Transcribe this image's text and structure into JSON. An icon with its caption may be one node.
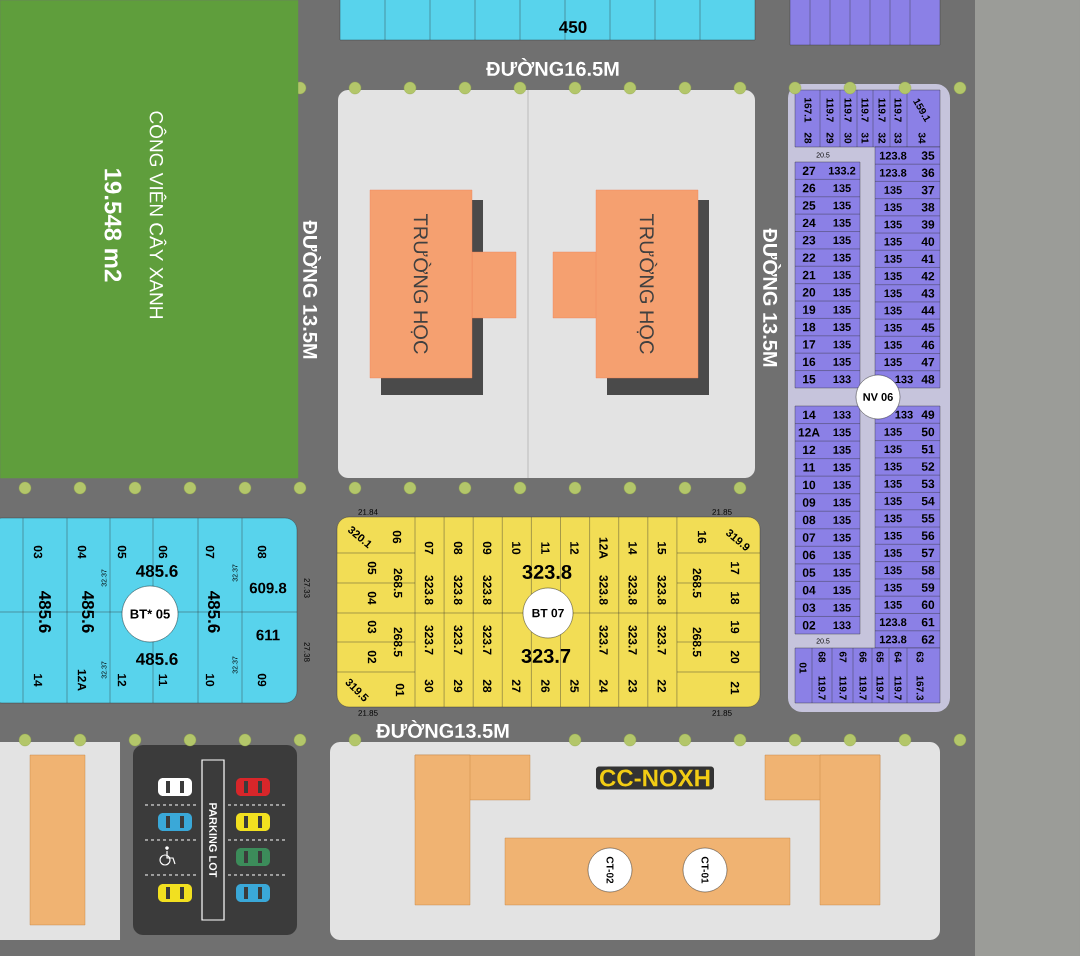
{
  "diagram": {
    "nodes": [
      {
        "text": [
          "CÔNG VIÊN CÂY XANH",
          "19.548 m2"
        ]
      },
      {
        "text": [
          "TRƯỜNG HỌC"
        ]
      },
      {
        "text": [
          "TRƯỜNG HỌC"
        ]
      },
      {
        "text": [
          "NV 06"
        ]
      },
      {
        "text": [
          "BT 07"
        ]
      },
      {
        "text": [
          "BT* 05"
        ]
      },
      {
        "text": [
          "CC-NOXH"
        ]
      },
      {
        "text": [
          "CT-02"
        ]
      },
      {
        "text": [
          "CT-01"
        ]
      },
      {
        "text": [
          "PARKING LOT"
        ]
      }
    ],
    "labels": [
      "ĐƯỜNG16.5M",
      "ĐƯỜNG 13.5M",
      "ĐƯỜNG 13.5M",
      "ĐƯỜNG13.5M",
      "450",
      "167.1",
      "28",
      "119.7",
      "29",
      "119.7",
      "30",
      "119.7",
      "31",
      "119.7",
      "32",
      "119.7",
      "33",
      "159.1",
      "34",
      "20.5",
      "27",
      "133.2",
      "26",
      "135",
      "25",
      "135",
      "24",
      "135",
      "23",
      "135",
      "22",
      "135",
      "21",
      "135",
      "20",
      "135",
      "19",
      "135",
      "18",
      "135",
      "17",
      "135",
      "16",
      "135",
      "15",
      "133",
      "14",
      "133",
      "12A",
      "135",
      "12",
      "135",
      "11",
      "135",
      "10",
      "135",
      "09",
      "135",
      "08",
      "135",
      "07",
      "135",
      "06",
      "135",
      "05",
      "135",
      "04",
      "135",
      "03",
      "135",
      "02",
      "133",
      "123.8",
      "35",
      "123.8",
      "36",
      "135",
      "37",
      "135",
      "38",
      "135",
      "39",
      "135",
      "40",
      "135",
      "41",
      "135",
      "42",
      "135",
      "43",
      "135",
      "44",
      "135",
      "45",
      "135",
      "46",
      "135",
      "47",
      "133",
      "48",
      "133",
      "49",
      "135",
      "50",
      "135",
      "51",
      "135",
      "52",
      "135",
      "53",
      "135",
      "54",
      "135",
      "55",
      "135",
      "56",
      "135",
      "57",
      "135",
      "58",
      "135",
      "59",
      "135",
      "60",
      "123.8",
      "61",
      "123.8",
      "62",
      "01",
      "68",
      "119.7",
      "67",
      "119.7",
      "66",
      "119.7",
      "65",
      "119.7",
      "64",
      "119.7",
      "63",
      "167.3",
      "20.5",
      "21.84",
      "21.85",
      "320.1",
      "06",
      "05",
      "268.5",
      "04",
      "03",
      "268.5",
      "02",
      "319.5",
      "01",
      "07",
      "08",
      "09",
      "10",
      "11",
      "12",
      "12A",
      "14",
      "15",
      "323.8",
      "323.8",
      "323.8",
      "323.8",
      "323.8",
      "323.8",
      "323.8",
      "323.7",
      "323.7",
      "323.7",
      "323.7",
      "323.7",
      "323.7",
      "323.7",
      "30",
      "29",
      "28",
      "27",
      "26",
      "25",
      "24",
      "23",
      "22",
      "16",
      "319.9",
      "17",
      "268.5",
      "18",
      "19",
      "268.5",
      "20",
      "21",
      "21.85",
      "21.85",
      "03",
      "04",
      "05",
      "06",
      "07",
      "08",
      "485.6",
      "485.6",
      "485.6",
      "485.6",
      "609.8",
      "611",
      "485.6",
      "14",
      "12A",
      "12",
      "11",
      "10",
      "09",
      "32.37",
      "32.37",
      "32.37",
      "32.37",
      "27.33",
      "27.38"
    ]
  }
}
